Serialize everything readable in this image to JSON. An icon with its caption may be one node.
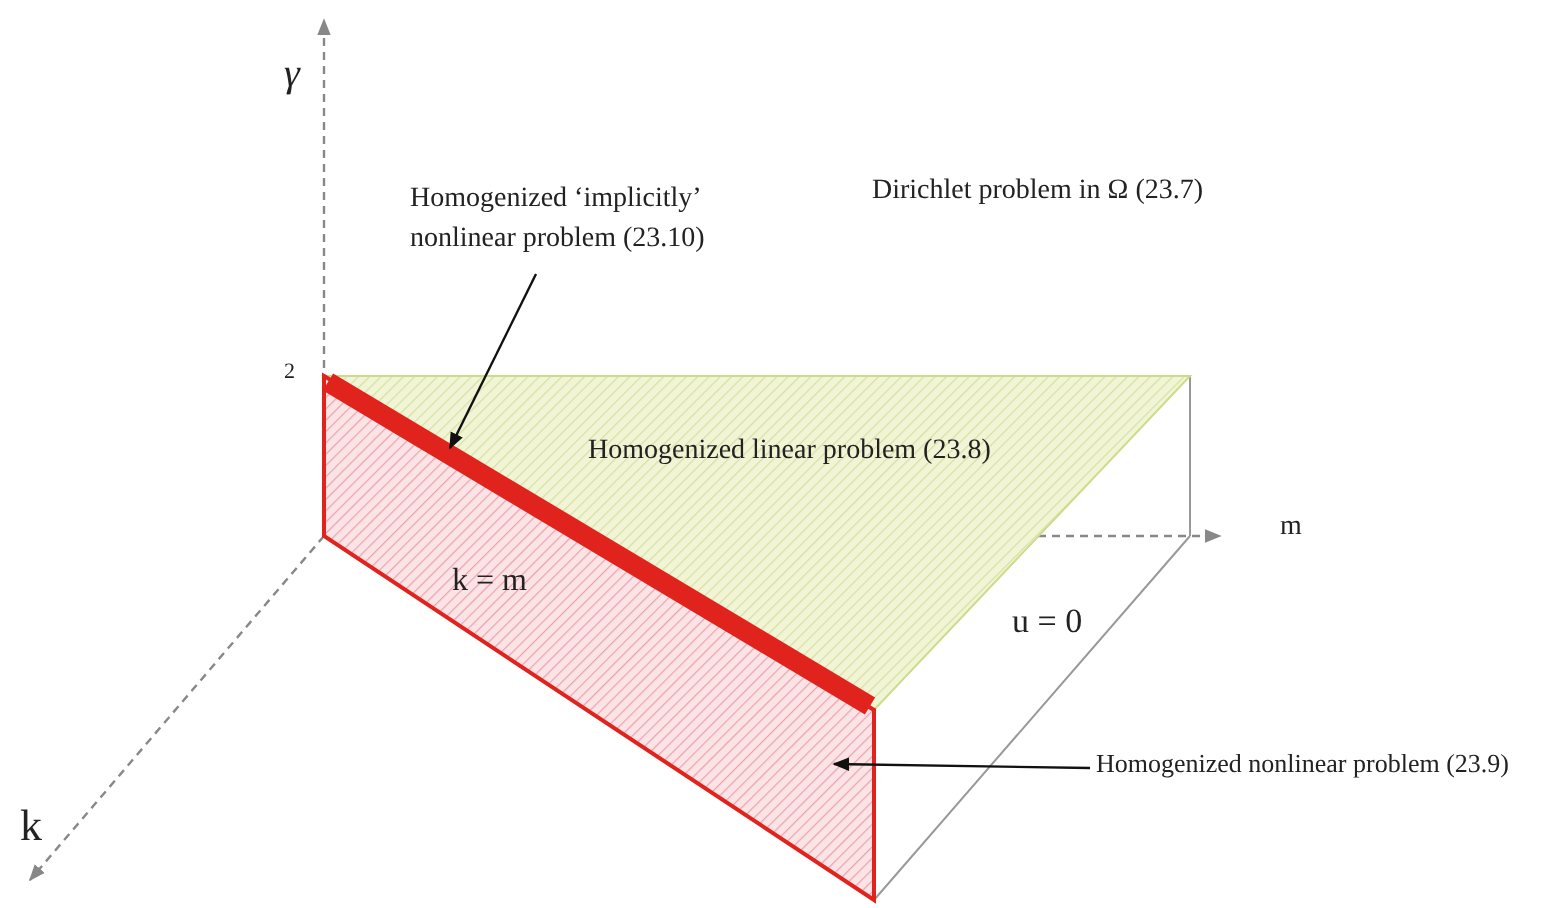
{
  "diagram": {
    "nodes": [
      {
        "text": [
          "Homogenized ‘implicitly’ nonlinear problem (23.10)"
        ]
      },
      {
        "text": [
          "Homogenized linear problem (23.8)"
        ]
      },
      {
        "text": [
          "k = m"
        ]
      },
      {
        "text": [
          "Homogenized nonlinear problem (23.9)"
        ]
      }
    ],
    "edges": [
      {
        "from": 0,
        "to": 2,
        "arrow": "to"
      },
      {
        "from": 3,
        "to": 2,
        "arrow": "to"
      }
    ],
    "labels": [
      "γ",
      "Dirichlet problem in Ω (23.7)",
      "2",
      "m",
      "u = 0",
      "k"
    ]
  }
}
